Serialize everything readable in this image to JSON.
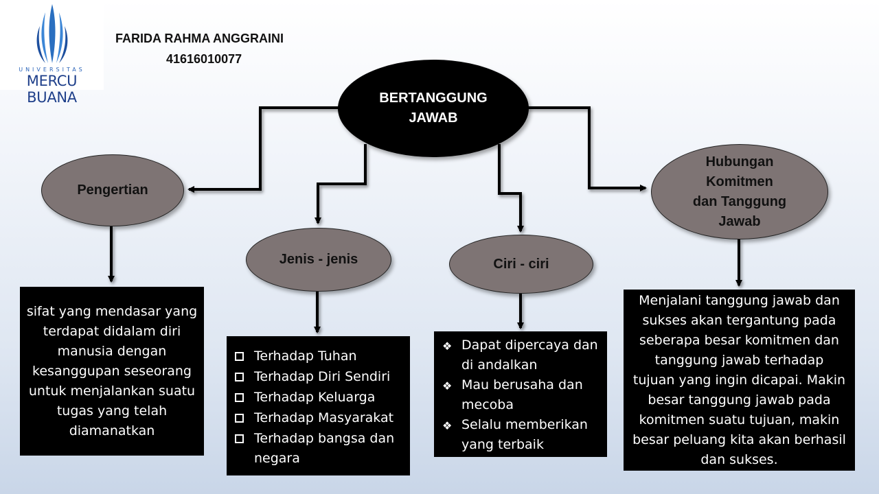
{
  "logo": {
    "name": "MERCU BUANA",
    "subtitle": "UNIVERSITAS",
    "brand_color": "#1e3f8a"
  },
  "author": {
    "name": "FARIDA RAHMA ANGGRAINI",
    "id": "41616010077"
  },
  "root": {
    "line1": "BERTANGGUNG",
    "line2": "JAWAB"
  },
  "pengertian": {
    "title": "Pengertian",
    "lines": [
      "sifat yang mendasar yang",
      "terdapat didalam diri",
      "manusia dengan",
      "kesanggupan seseorang",
      "untuk menjalankan suatu",
      "tugas yang telah",
      "diamanatkan"
    ]
  },
  "jenis": {
    "title": "Jenis - jenis",
    "bullet_icon": "checkbox-icon",
    "items": [
      "Terhadap Tuhan",
      "Terhadap Diri Sendiri",
      "Terhadap Keluarga",
      "Terhadap Masyarakat",
      "Terhadap bangsa dan negara"
    ]
  },
  "ciri": {
    "title": "Ciri - ciri",
    "bullet_icon": "diamond-icon",
    "items": [
      "Dapat dipercaya dan di andalkan",
      "Mau berusaha dan mecoba",
      "Selalu memberikan yang terbaik"
    ]
  },
  "hubungan": {
    "title_lines": [
      "Hubungan",
      "Komitmen",
      "dan Tanggung",
      "Jawab"
    ],
    "lines": [
      "Menjalani tanggung jawab dan",
      "sukses akan tergantung pada",
      "seberapa besar komitmen  dan",
      "tanggung jawab terhadap",
      "tujuan yang ingin dicapai. Makin",
      "besar tanggung jawab pada",
      "komitmen suatu tujuan, makin",
      "besar peluang kita akan berhasil",
      "dan sukses."
    ]
  },
  "colors": {
    "node_fill": "#7e7474",
    "root_fill": "#000000",
    "box_fill": "#000000",
    "text_light": "#ffffff"
  }
}
